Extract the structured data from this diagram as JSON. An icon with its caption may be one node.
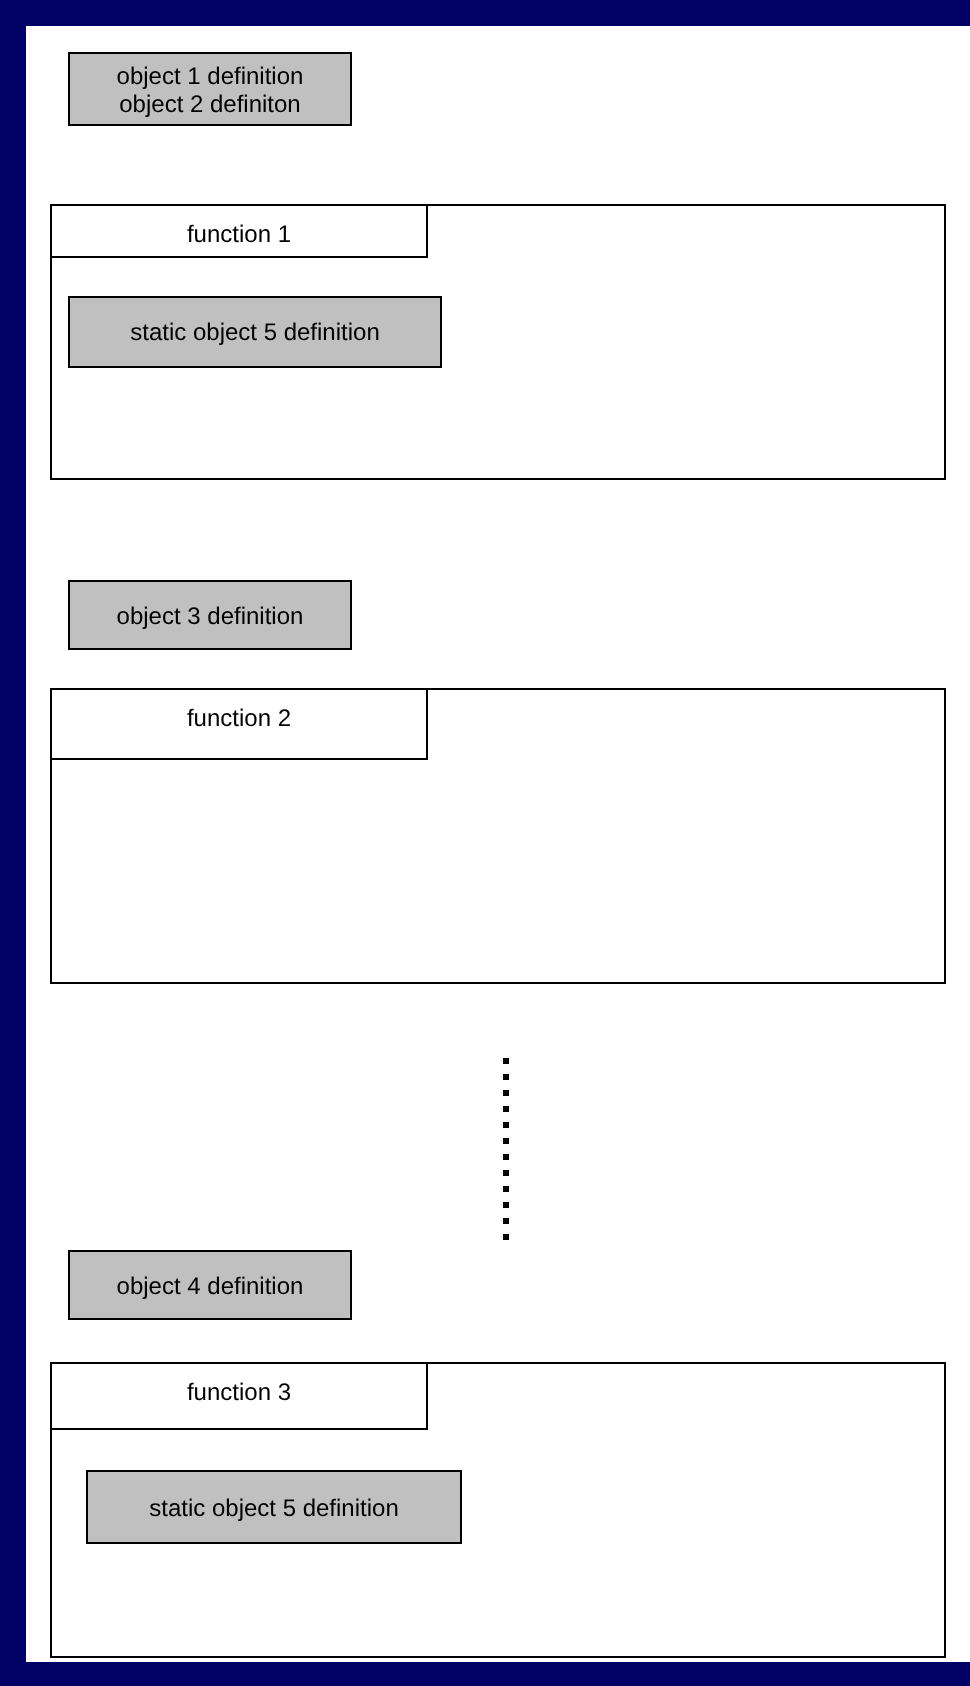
{
  "diagram": {
    "nodes": [
      {
        "text": [
          "object 1 definition",
          "object 2 definiton"
        ]
      },
      {
        "text": [
          "function 1"
        ]
      },
      {
        "text": [
          "static object 5 definition"
        ],
        "in": 1
      },
      {
        "text": [
          "object 3 definition"
        ]
      },
      {
        "text": [
          "function 2"
        ]
      },
      {
        "text": [
          "object 4 definition"
        ]
      },
      {
        "text": [
          "function 3"
        ]
      },
      {
        "text": [
          "static object 5 definition"
        ],
        "in": 6
      }
    ]
  }
}
